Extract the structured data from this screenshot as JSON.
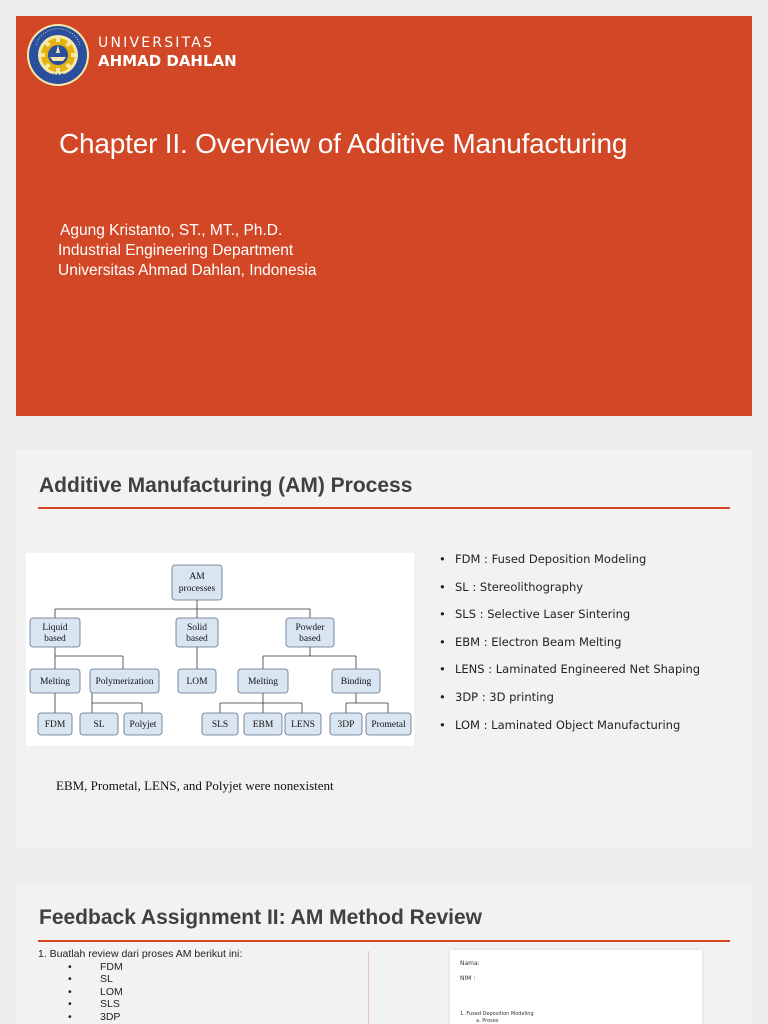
{
  "slide1": {
    "logo": {
      "line1": "UNIVERSITAS",
      "line2": "AHMAD DAHLAN",
      "seal_text": "UNIVERSITAS AHMAD DAHLAN",
      "seal_label": "UAD"
    },
    "title": "Chapter II. Overview of Additive Manufacturing",
    "author": "Agung Kristanto, ST., MT., Ph.D.",
    "department": "Industrial Engineering Department",
    "institution": "Universitas Ahmad Dahlan, Indonesia",
    "colors": {
      "background": "#d24726",
      "text": "#ffffff"
    }
  },
  "slide2": {
    "title": "Additive Manufacturing (AM) Process",
    "diagram": {
      "root": [
        "AM",
        "processes"
      ],
      "liquid": [
        "Liquid",
        "based"
      ],
      "solid": [
        "Solid",
        "based"
      ],
      "powder": [
        "Powder",
        "based"
      ],
      "melting1": "Melting",
      "polymerization": "Polymerization",
      "lom": "LOM",
      "melting2": "Melting",
      "binding": "Binding",
      "fdm": "FDM",
      "sl": "SL",
      "polyjet": "Polyjet",
      "sls": "SLS",
      "ebm": "EBM",
      "lens": "LENS",
      "threedp": "3DP",
      "prometal": "Prometal"
    },
    "bullet_glyph": "•",
    "bullets": [
      "FDM : Fused Deposition Modeling",
      "SL : Stereolithography",
      "SLS : Selective Laser Sintering",
      "EBM : Electron Beam Melting",
      "LENS : Laminated Engineered Net Shaping",
      "3DP : 3D printing",
      "LOM : Laminated Object Manufacturing"
    ],
    "note": "EBM, Prometal, LENS, and Polyjet were nonexistent"
  },
  "slide3": {
    "title": "Feedback Assignment II: AM Method Review",
    "instruction": "1.  Buatlah review dari proses AM berikut ini:",
    "items": [
      "FDM",
      "SL",
      "LOM",
      "SLS",
      "3DP"
    ],
    "doc": {
      "nama": "Nama:",
      "nim": "NIM  :",
      "section": "1.   Fused Deposition Modeling",
      "sub": "a.   Proses"
    }
  },
  "accent_color": "#d24726"
}
